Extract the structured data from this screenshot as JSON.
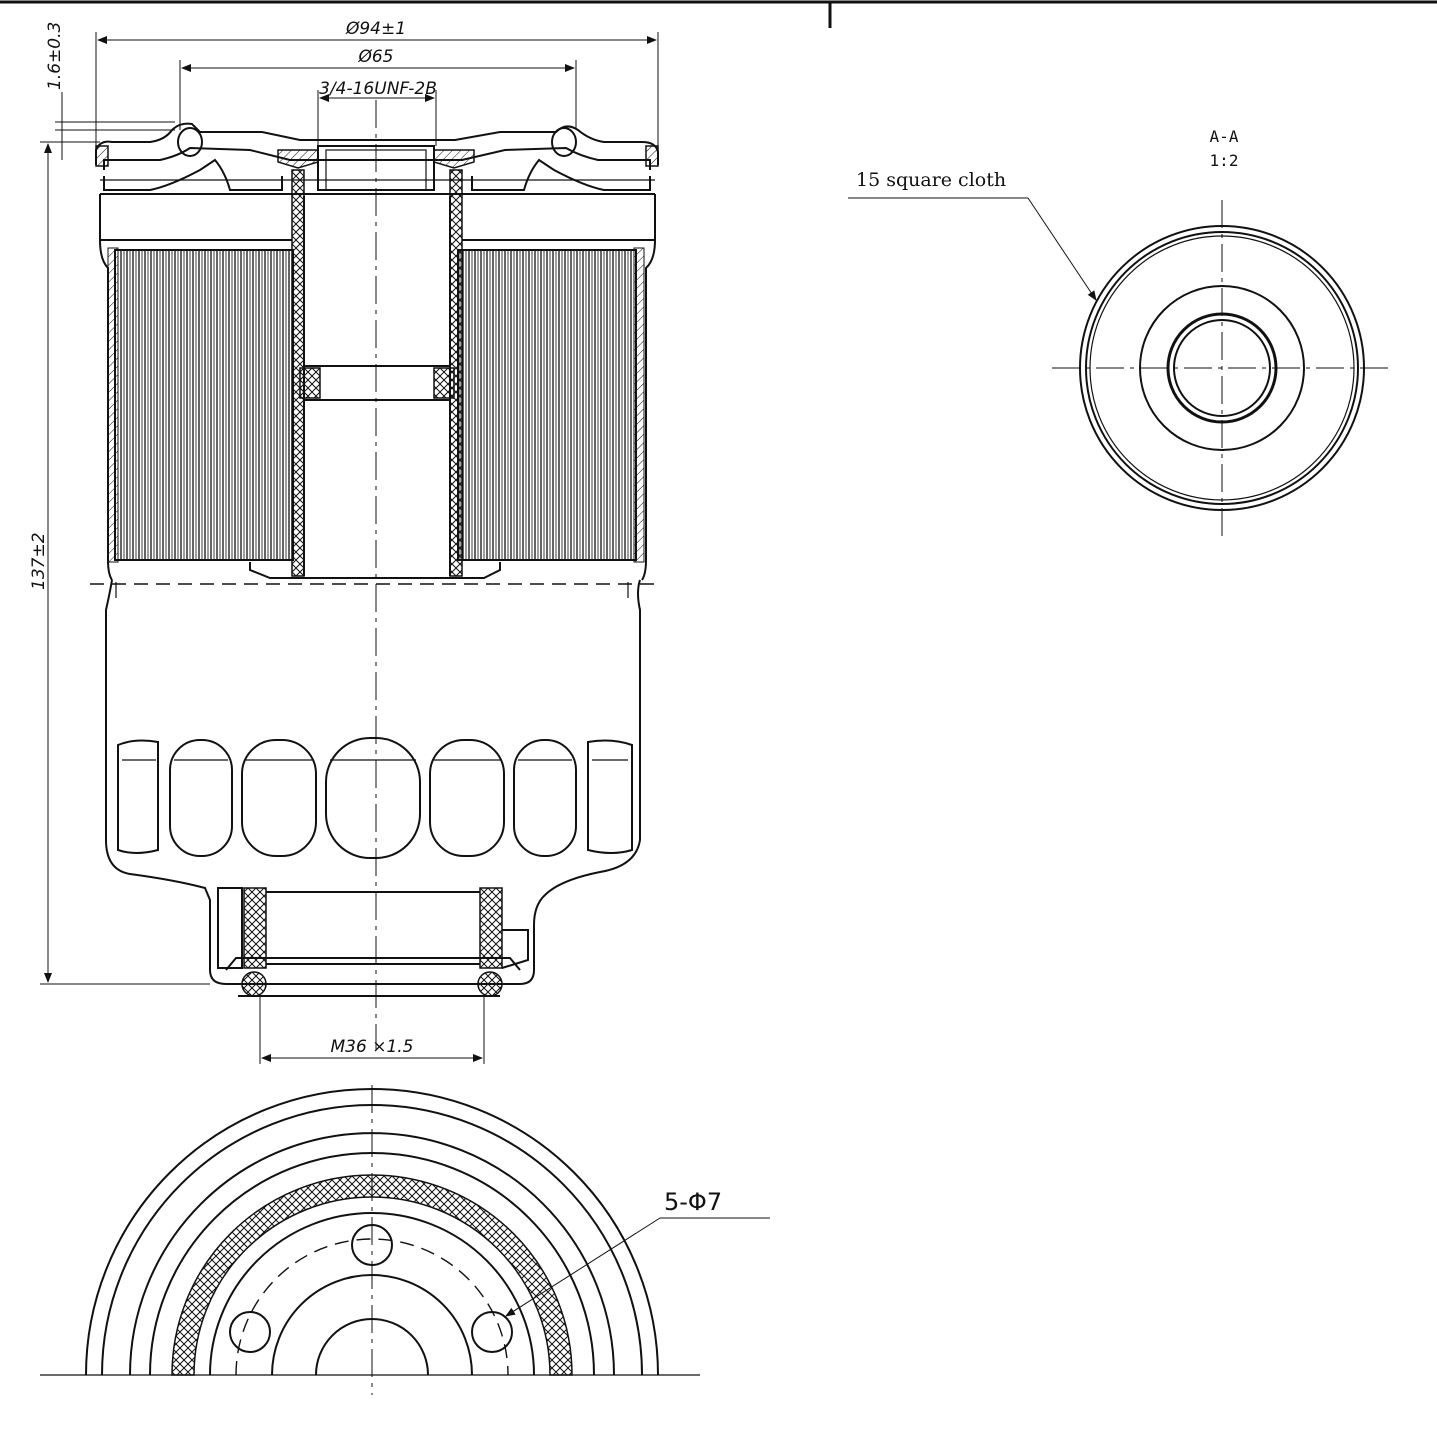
{
  "dimensions": {
    "outer_diameter": "Ø94±1",
    "seal_diameter": "Ø65",
    "thread_top": "3/4-16UNF-2B",
    "lip_height": "1.6±0.3",
    "overall_height": "137±2",
    "thread_bottom": "M36 ×1.5"
  },
  "section": {
    "name": "A-A",
    "scale": "1:2"
  },
  "labels": {
    "cloth": "15 square cloth",
    "holes": "5-Φ7"
  }
}
